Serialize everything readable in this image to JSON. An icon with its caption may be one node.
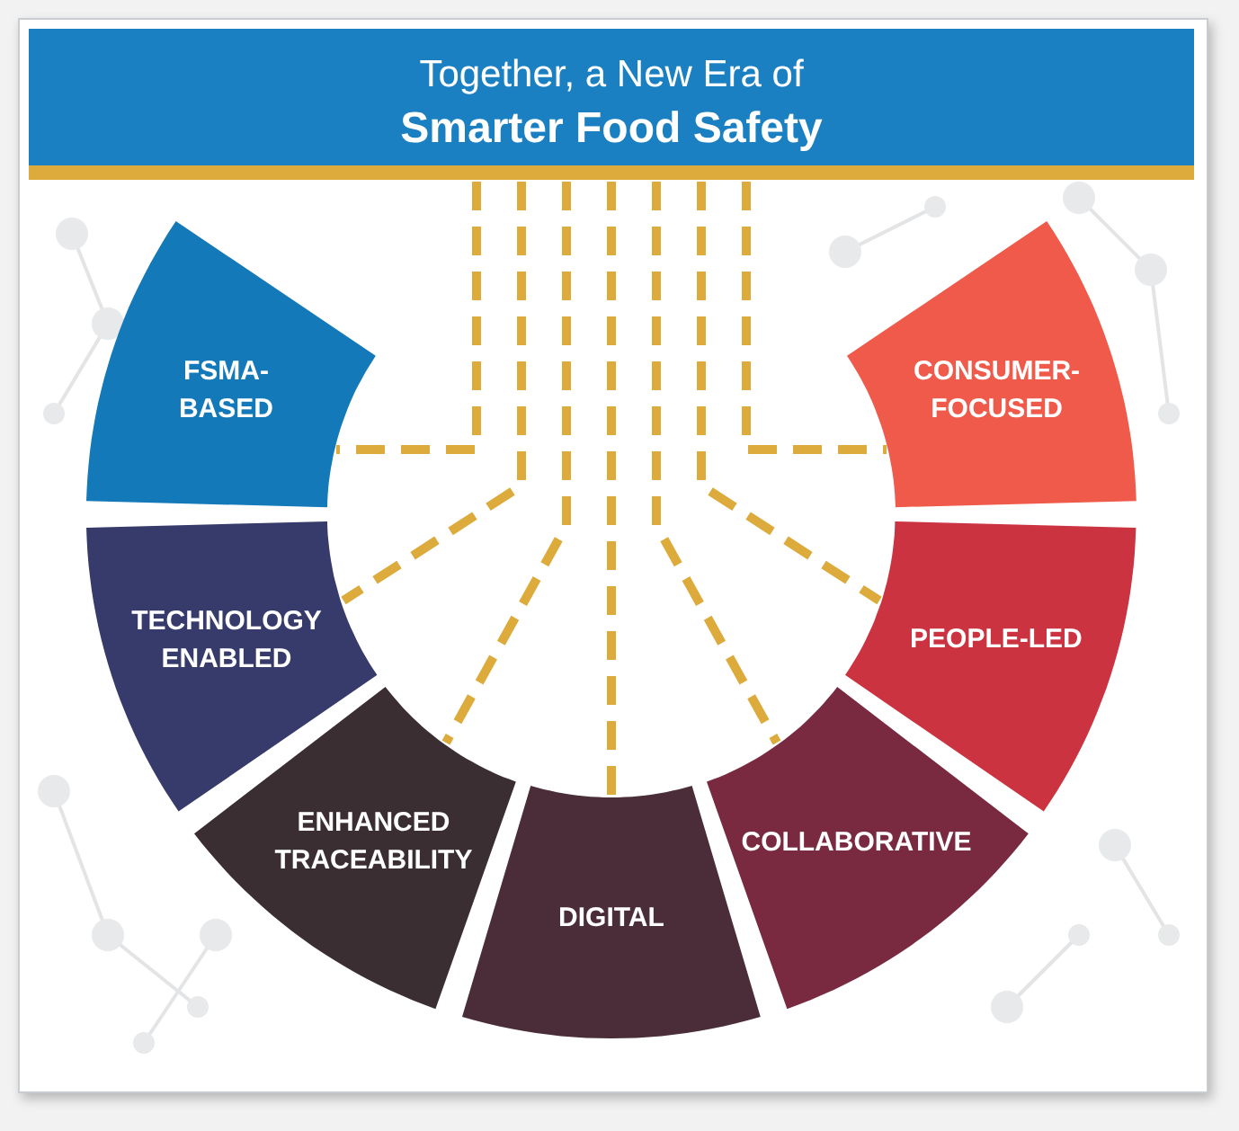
{
  "diagram": {
    "nodes": [
      {
        "text": [
          "Together, a New Era of",
          "Smarter Food Safety"
        ]
      },
      {
        "text": [
          "FSMA-BASED"
        ]
      },
      {
        "text": [
          "TECHNOLOGY ENABLED"
        ]
      },
      {
        "text": [
          "ENHANCED TRACEABILITY"
        ]
      },
      {
        "text": [
          "DIGITAL"
        ]
      },
      {
        "text": [
          "COLLABORATIVE"
        ]
      },
      {
        "text": [
          "PEOPLE-LED"
        ]
      },
      {
        "text": [
          "CONSUMER-FOCUSED"
        ]
      }
    ],
    "edges": [
      {
        "from": 0,
        "to": 1,
        "arrow": "none",
        "style": "dashed"
      },
      {
        "from": 0,
        "to": 2,
        "arrow": "none",
        "style": "dashed"
      },
      {
        "from": 0,
        "to": 3,
        "arrow": "none",
        "style": "dashed"
      },
      {
        "from": 0,
        "to": 4,
        "arrow": "none",
        "style": "dashed"
      },
      {
        "from": 0,
        "to": 5,
        "arrow": "none",
        "style": "dashed"
      },
      {
        "from": 0,
        "to": 6,
        "arrow": "none",
        "style": "dashed"
      },
      {
        "from": 0,
        "to": 7,
        "arrow": "none",
        "style": "dashed"
      }
    ]
  }
}
